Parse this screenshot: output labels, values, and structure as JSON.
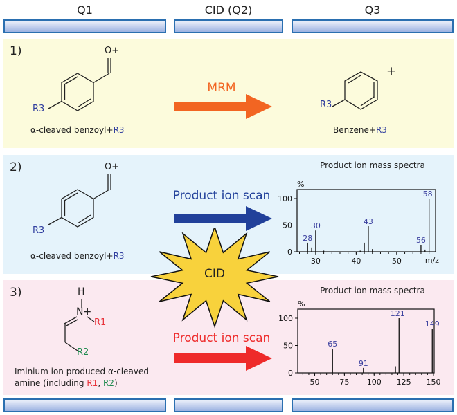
{
  "columns": [
    "Q1",
    "CID (Q2)",
    "Q3"
  ],
  "panel1": {
    "number": "1)",
    "q1_caption": "α-cleaved benzoyl+",
    "q1_caption_r": "R3",
    "q1_oxygen": "O+",
    "q1_r": "R3",
    "arrow_label": "MRM",
    "q3_caption": "Benzene+",
    "q3_caption_r": "R3",
    "q3_r": "R3",
    "q3_charge": "+"
  },
  "panel2": {
    "number": "2)",
    "q1_caption": "α-cleaved benzoyl+",
    "q1_caption_r": "R3",
    "q1_oxygen": "O+",
    "q1_r": "R3",
    "arrow_label": "Product ion scan"
  },
  "panel3": {
    "number": "3)",
    "atom_h": "H",
    "atom_n": "N+",
    "r1": "R1",
    "r2": "R2",
    "caption_line1": "Iminium ion produced α-cleaved",
    "caption_line2_a": "amine (including ",
    "caption_line2_r1": "R1",
    "caption_line2_sep": ", ",
    "caption_line2_r2": "R2",
    "caption_line2_b": ")",
    "arrow_label": "Product ion scan"
  },
  "star_label": "CID",
  "colors": {
    "mrm": "#f26522",
    "scan_blue": "#21409a",
    "scan_red": "#ee2a2a",
    "star": "#f8d23c"
  },
  "chart_data": [
    {
      "type": "bar",
      "title": "Product ion mass spectra",
      "ylabel": "%",
      "xlabel": "m/z",
      "xlim": [
        25.4,
        59.6
      ],
      "ylim": [
        0,
        100
      ],
      "xticks": [
        30,
        40,
        50
      ],
      "yticks": [
        0,
        50,
        100
      ],
      "peaks": [
        {
          "x": 28,
          "y": 17,
          "label": "28"
        },
        {
          "x": 29,
          "y": 8,
          "label": ""
        },
        {
          "x": 30,
          "y": 40,
          "label": "30"
        },
        {
          "x": 32,
          "y": 2,
          "label": ""
        },
        {
          "x": 41,
          "y": 2,
          "label": ""
        },
        {
          "x": 42,
          "y": 17,
          "label": ""
        },
        {
          "x": 43,
          "y": 48,
          "label": "43"
        },
        {
          "x": 44,
          "y": 5,
          "label": ""
        },
        {
          "x": 56,
          "y": 13,
          "label": "56"
        },
        {
          "x": 57,
          "y": 4,
          "label": ""
        },
        {
          "x": 58,
          "y": 100,
          "label": "58"
        }
      ]
    },
    {
      "type": "bar",
      "title": "Product ion mass spectra",
      "ylabel": "%",
      "xlabel": "",
      "xlim": [
        35.7,
        150.6
      ],
      "ylim": [
        0,
        100
      ],
      "xticks": [
        50,
        75,
        100,
        125,
        150
      ],
      "yticks": [
        0,
        50,
        100
      ],
      "peaks": [
        {
          "x": 65,
          "y": 44,
          "label": "65"
        },
        {
          "x": 91,
          "y": 9,
          "label": "91"
        },
        {
          "x": 118,
          "y": 12,
          "label": ""
        },
        {
          "x": 121,
          "y": 100,
          "label": "121"
        },
        {
          "x": 149,
          "y": 81,
          "label": "149"
        }
      ]
    }
  ]
}
